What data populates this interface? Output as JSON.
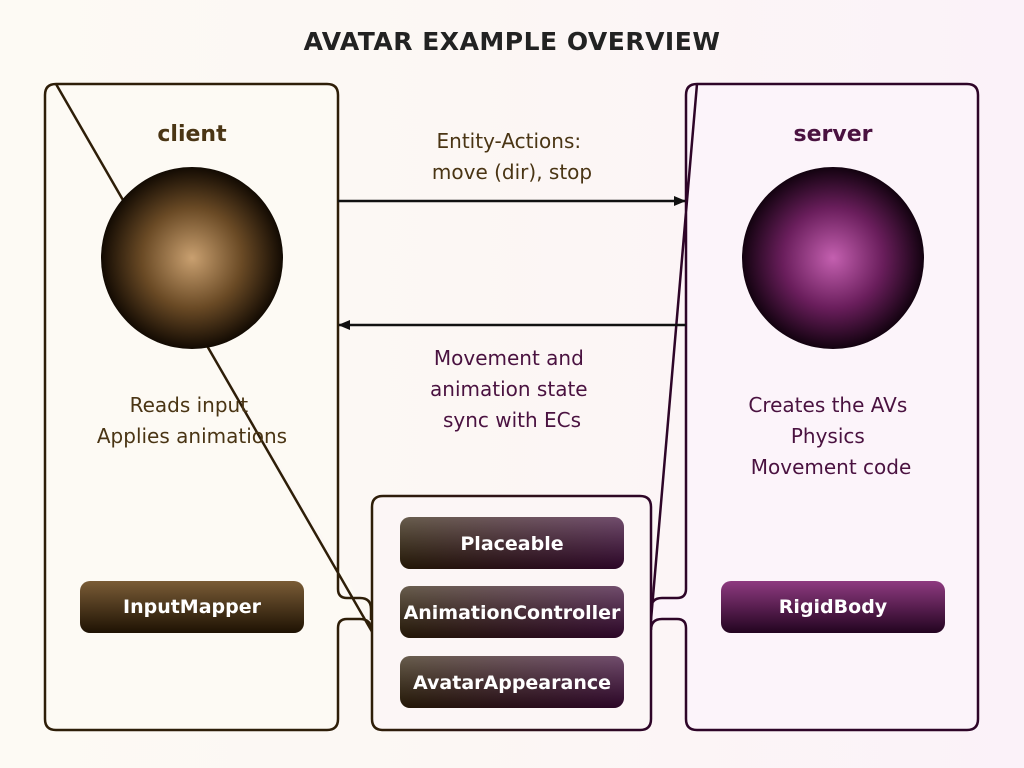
{
  "title": "AVATAR EXAMPLE OVERVIEW",
  "client": {
    "label": "client",
    "lines": [
      "Reads input",
      "Applies animations"
    ],
    "component": "InputMapper"
  },
  "server": {
    "label": "server",
    "lines": [
      "Creates the AVs",
      "Physics",
      "Movement code"
    ],
    "component": "RigidBody"
  },
  "arrow_to_server": {
    "lines": [
      "Entity-Actions:",
      "move (dir), stop"
    ]
  },
  "arrow_to_client": {
    "lines": [
      "Movement and",
      "animation state",
      "sync with ECs"
    ]
  },
  "shared_components": [
    "Placeable",
    "AnimationController",
    "AvatarAppearance"
  ],
  "colors": {
    "brown_dark": "#2e1e08",
    "brown_mid": "#6a4e2a",
    "purple_dark": "#2e0528",
    "purple_mid": "#8a2a7a",
    "brown_text": "#4a3514",
    "purple_text": "#4a1240"
  }
}
